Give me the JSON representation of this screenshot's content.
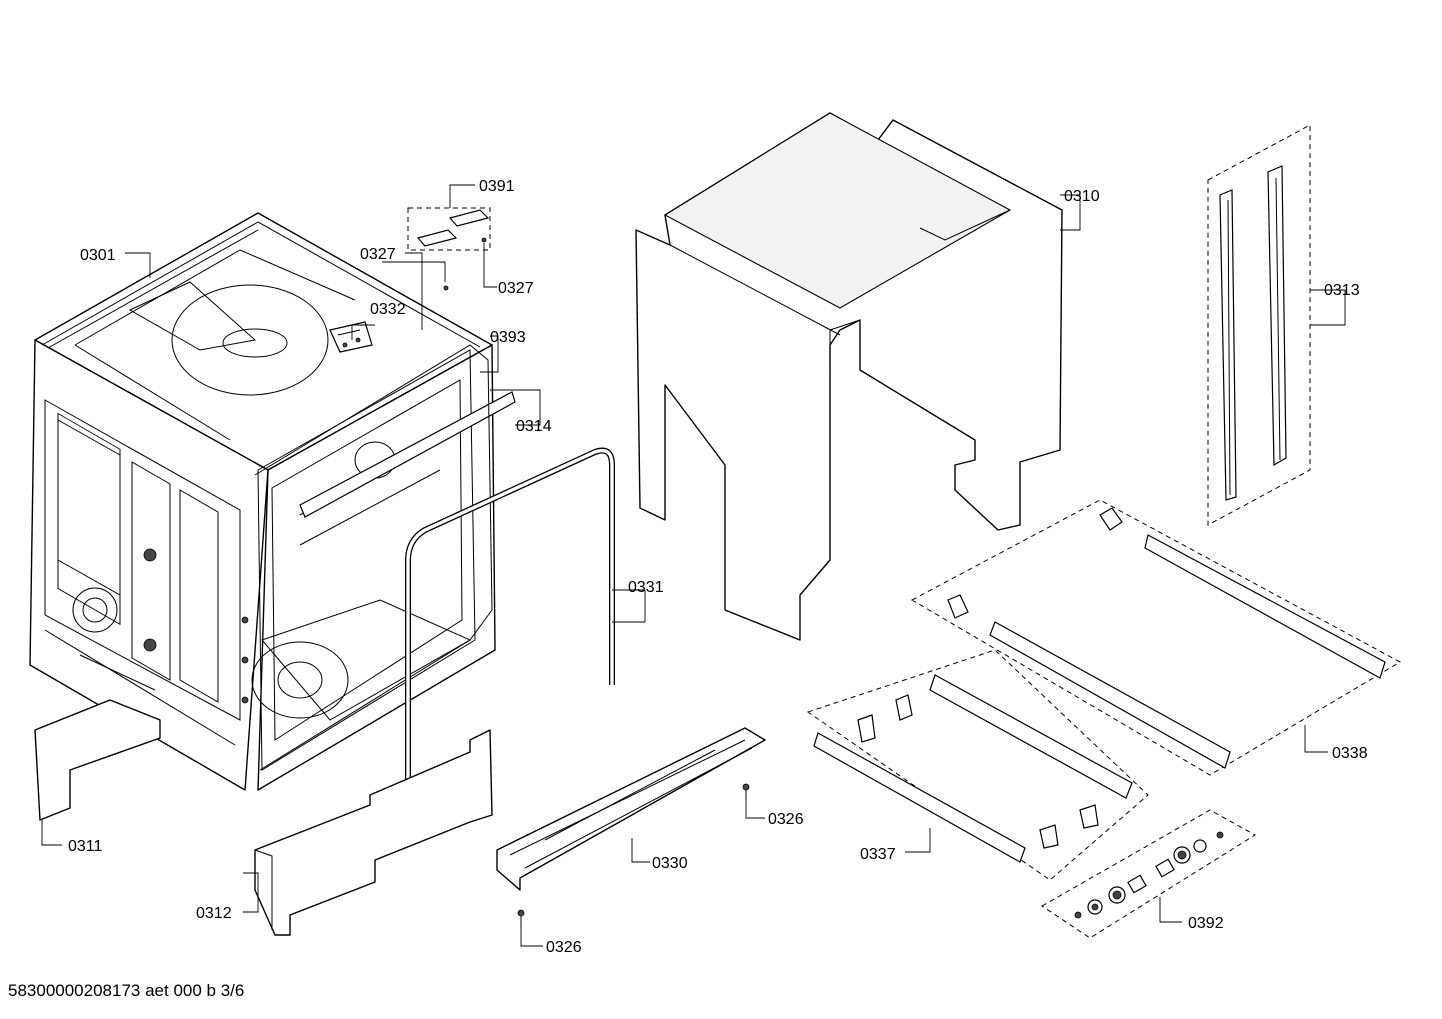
{
  "diagram": {
    "labels": {
      "p0301": "0301",
      "p0310": "0310",
      "p0311": "0311",
      "p0312": "0312",
      "p0313": "0313",
      "p0314": "0314",
      "p0326a": "0326",
      "p0326b": "0326",
      "p0327a": "0327",
      "p0327b": "0327",
      "p0330": "0330",
      "p0331": "0331",
      "p0332": "0332",
      "p0337": "0337",
      "p0338": "0338",
      "p0391": "0391",
      "p0392": "0392",
      "p0393": "0393"
    }
  },
  "footer": {
    "document_id": "58300000208173 aet 000 b 3/6"
  }
}
